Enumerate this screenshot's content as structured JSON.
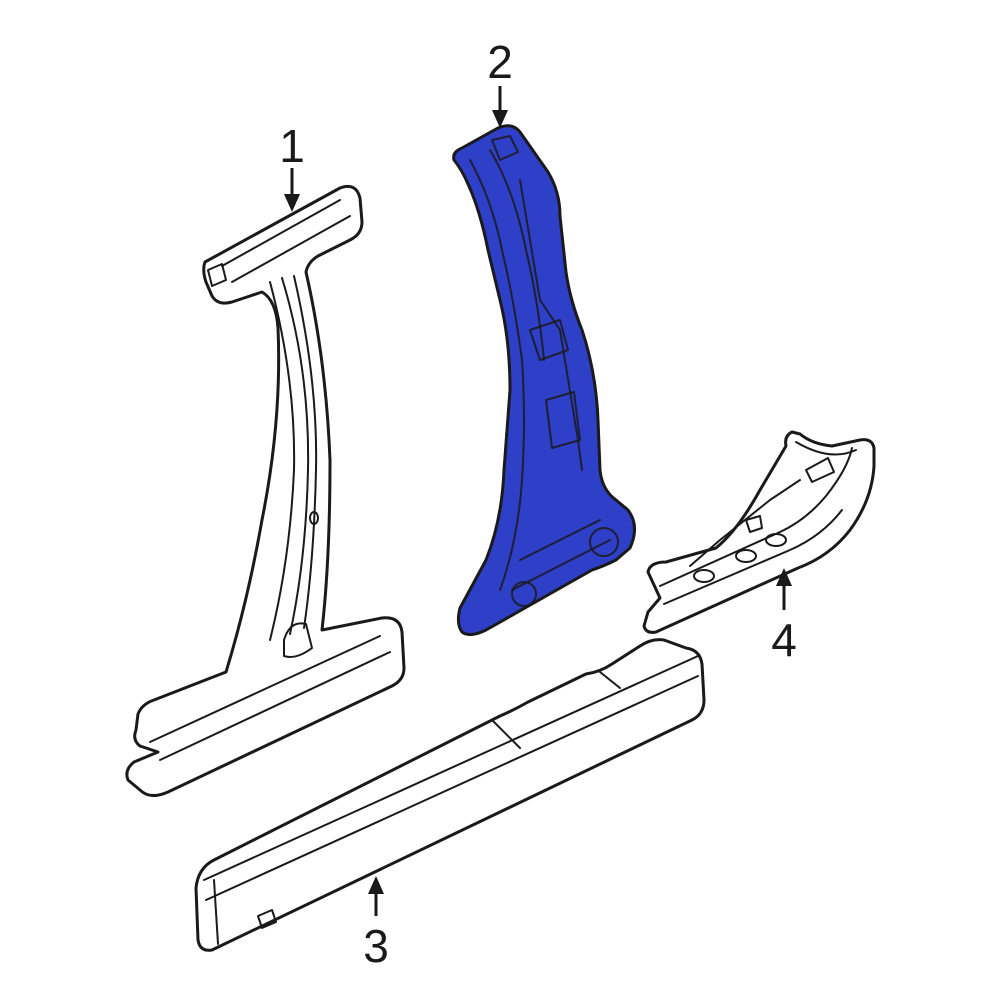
{
  "diagram": {
    "highlight_color": "#2e3fc8",
    "outline_color": "#1a1a1a",
    "background_color": "#ffffff",
    "parts": [
      {
        "callout": "1",
        "highlighted": false
      },
      {
        "callout": "2",
        "highlighted": true
      },
      {
        "callout": "3",
        "highlighted": false
      },
      {
        "callout": "4",
        "highlighted": false
      }
    ]
  }
}
